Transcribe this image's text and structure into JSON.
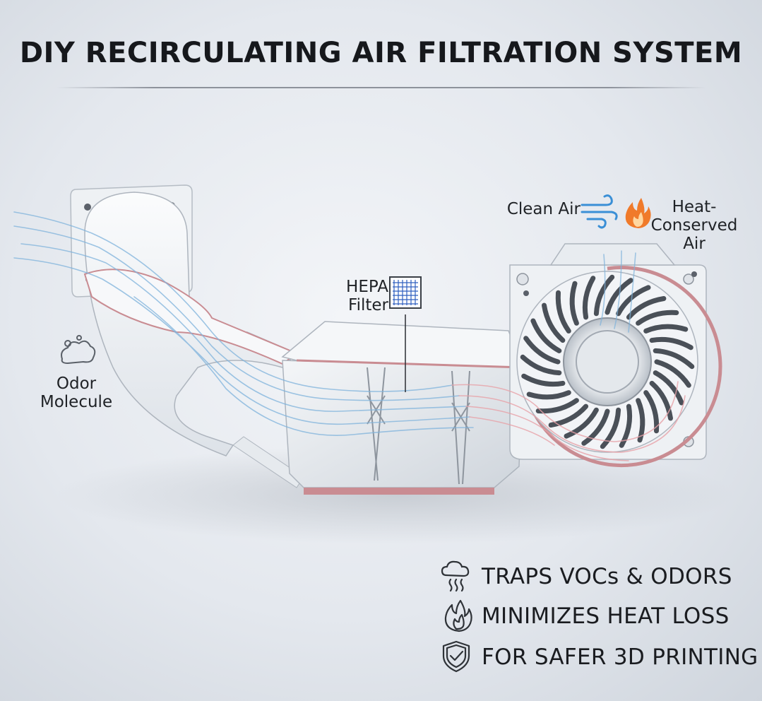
{
  "header": {
    "title": "DIY RECIRCULATING AIR FILTRATION SYSTEM"
  },
  "labels": {
    "odor_line1": "Odor",
    "odor_line2": "Molecule",
    "hepa_line1": "HEPA",
    "hepa_line2": "Filter",
    "clean_air": "Clean Air",
    "heat_line1": "Heat-",
    "heat_line2": "Conserved",
    "heat_line3": "Air"
  },
  "features": [
    {
      "icon": "cloud-vapor-icon",
      "text": "TRAPS VOCs & ODORS"
    },
    {
      "icon": "flame-icon",
      "text": "MINIMIZES HEAT LOSS"
    },
    {
      "icon": "shield-check-icon",
      "text": "FOR SAFER 3D PRINTING"
    }
  ],
  "colors": {
    "clean_air_flow": "#7fb3dc",
    "warm_air_flow": "#e8a2a8",
    "duct_cut": "#c98c92",
    "flame": "#f07a2a"
  }
}
